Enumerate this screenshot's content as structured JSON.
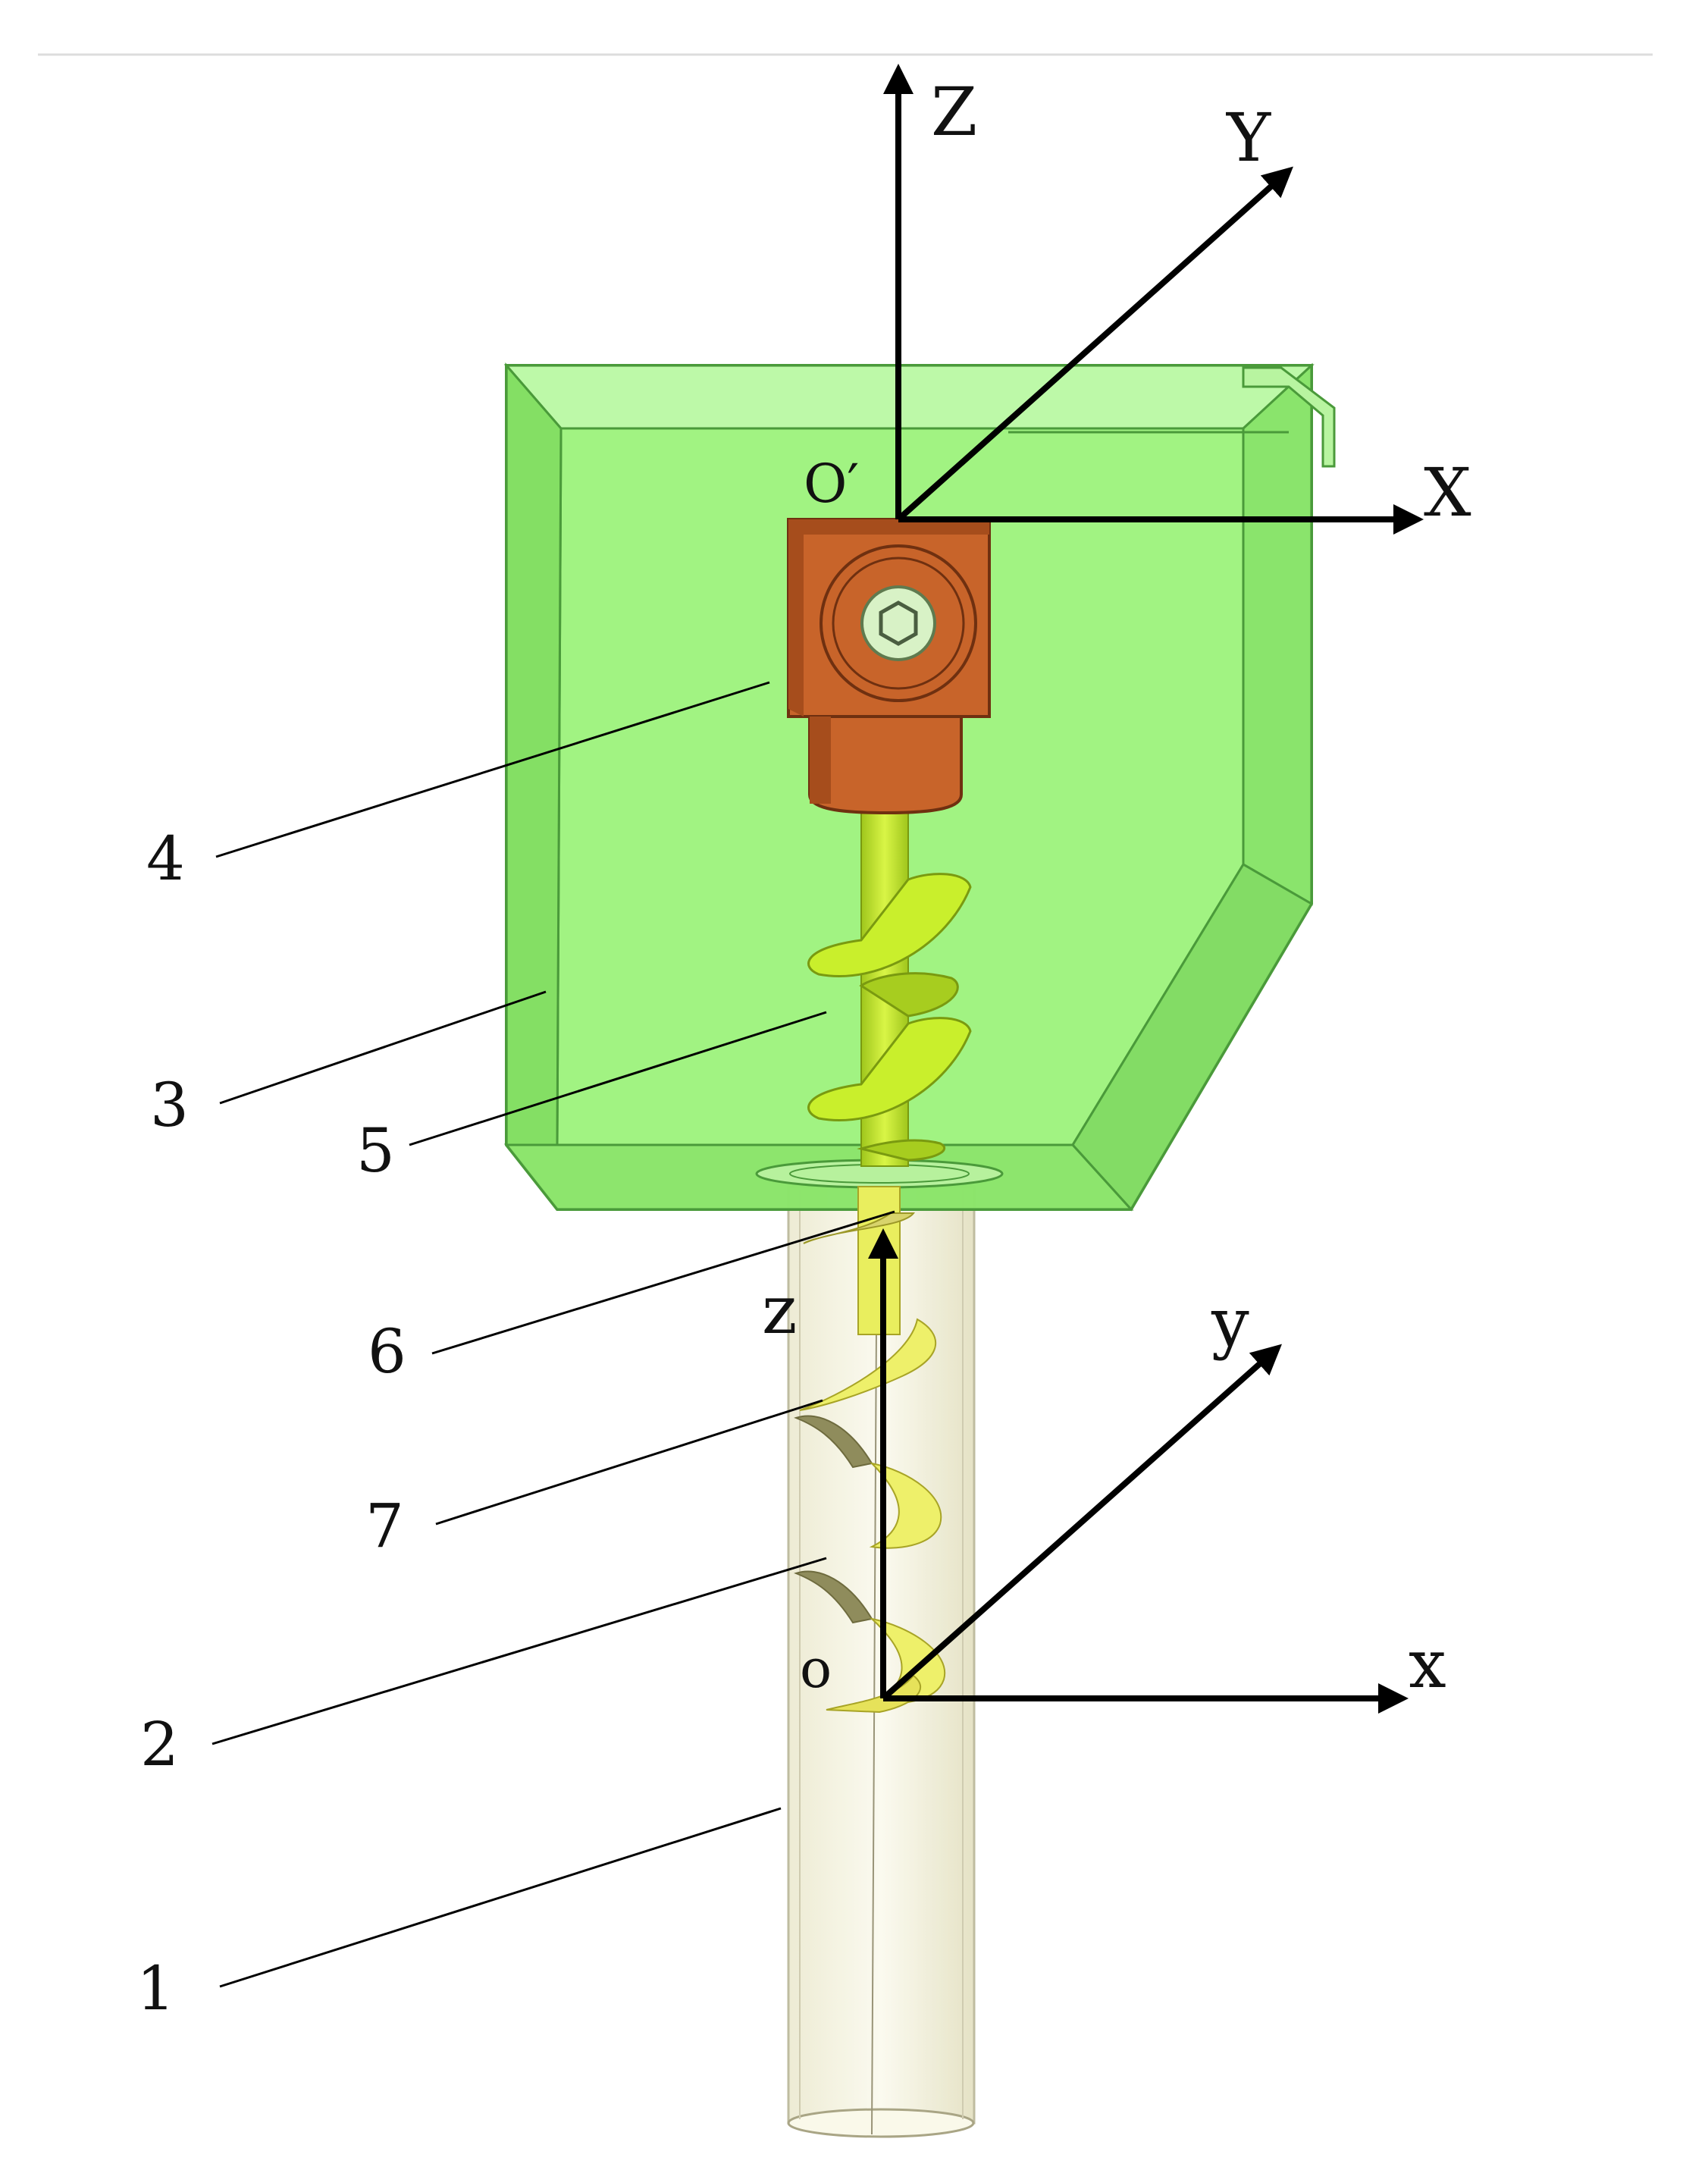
{
  "axes": {
    "global": {
      "z": "Z",
      "y": "Y",
      "x": "X",
      "origin": "O′"
    },
    "local": {
      "z": "z",
      "y": "y",
      "x": "x",
      "origin": "o"
    }
  },
  "callouts": [
    "1",
    "2",
    "3",
    "4",
    "5",
    "6",
    "7"
  ],
  "colors": {
    "hopper": "#8ff06e",
    "hopper_edge": "#4a9a3a",
    "motor": "#c8642a",
    "motor_dark": "#8a3e14",
    "screw_upper": "#c9ef2c",
    "screw_lower": "#eef06a",
    "tube": "#f3f1d8"
  }
}
